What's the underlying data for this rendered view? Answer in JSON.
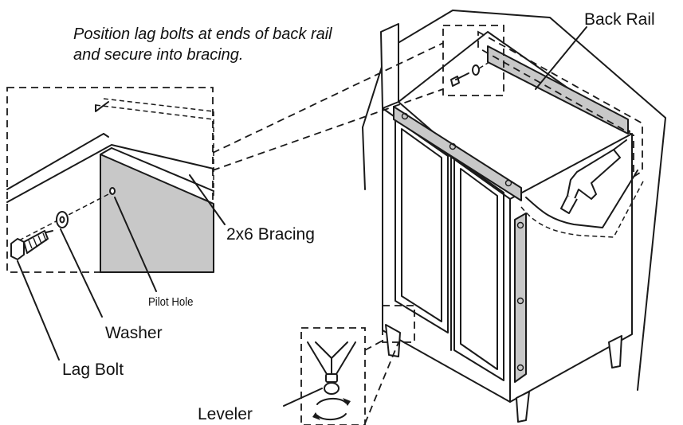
{
  "instruction": {
    "line1": "Position lag bolts at ends of back rail",
    "line2": "and secure into bracing."
  },
  "labels": {
    "back_rail": "Back Rail",
    "bracing": "2x6 Bracing",
    "pilot_hole": "Pilot Hole",
    "washer": "Washer",
    "lag_bolt": "Lag Bolt",
    "leveler": "Leveler"
  },
  "colors": {
    "line": "#1a1a1a",
    "rail_fill": "#c8c8c8",
    "background": "#ffffff"
  }
}
